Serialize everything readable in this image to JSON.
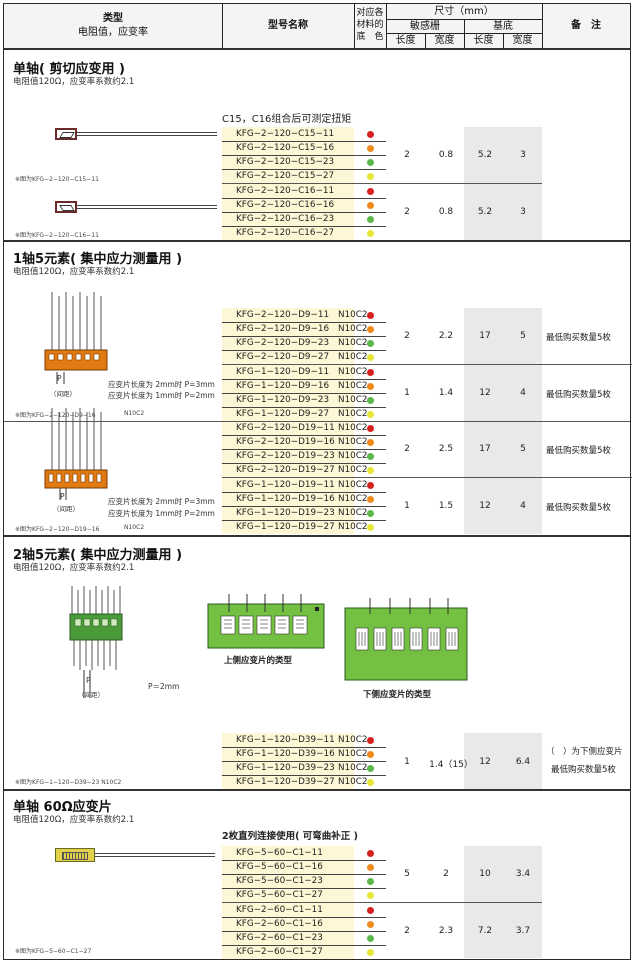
{
  "header": {
    "type": "类型",
    "type_sub": "电阻值，应变率",
    "model_name": "型号名称",
    "material": [
      "对应各",
      "材料的",
      "底　色"
    ],
    "size": "尺寸（mm）",
    "grid": "敏感栅",
    "base": "基底",
    "length": "长度",
    "width": "宽度",
    "remarks": "备　注"
  },
  "colors": {
    "red": "#d62020",
    "orange": "#f08a1c",
    "green": "#5cb84a",
    "yellow": "#e6e636",
    "highlight": "#fdf7d5",
    "gray_col": "#e9e9e9",
    "pcb_green": "#74c043",
    "tab_orange": "#e07a12"
  },
  "sections": {
    "s1": {
      "title": "单轴( 剪切应变用 )",
      "sub": "电阻值120Ω，应变率系数约2.1",
      "group_note": "C15，C16组合后可测定扭矩",
      "cap1": "※图为KFG−2−120−C15−11",
      "cap2": "※图为KFG−2−120−C16−11",
      "rows1": [
        "KFG−2−120−C15−11",
        "KFG−2−120−C15−16",
        "KFG−2−120−C15−23",
        "KFG−2−120−C15−27"
      ],
      "rows2": [
        "KFG−2−120−C16−11",
        "KFG−2−120−C16−16",
        "KFG−2−120−C16−23",
        "KFG−2−120−C16−27"
      ],
      "dims1": [
        "2",
        "0.8",
        "5.2",
        "3"
      ],
      "dims2": [
        "2",
        "0.8",
        "5.2",
        "3"
      ]
    },
    "s2": {
      "title": "1轴5元素( 集中应力测量用 )",
      "sub": "电阻值120Ω，应变率系数约2.1",
      "pitch_label": "P",
      "pitch_sub": "（间距）",
      "pitch_note1": "应变片长度为 2mm时 P=3mm",
      "pitch_note2": "应变片长度为 1mm时 P=2mm",
      "cap1": "※图为KFG−2−120−D9−16",
      "cap2": "※图为KFG−2−120−D19−16",
      "cap_sfx": "N10C2",
      "g1": [
        "KFG−2−120−D9−11",
        "KFG−2−120−D9−16",
        "KFG−2−120−D9−23",
        "KFG−2−120−D9−27"
      ],
      "g2": [
        "KFG−1−120−D9−11",
        "KFG−1−120−D9−16",
        "KFG−1−120−D9−23",
        "KFG−1−120−D9−27"
      ],
      "g3": [
        "KFG−2−120−D19−11",
        "KFG−2−120−D19−16",
        "KFG−2−120−D19−23",
        "KFG−2−120−D19−27"
      ],
      "g4": [
        "KFG−1−120−D19−11",
        "KFG−1−120−D19−16",
        "KFG−1−120−D19−23",
        "KFG−1−120−D19−27"
      ],
      "sfx": "N10C2",
      "d1": [
        "2",
        "2.2",
        "17",
        "5"
      ],
      "d2": [
        "1",
        "1.4",
        "12",
        "4"
      ],
      "d3": [
        "2",
        "2.5",
        "17",
        "5"
      ],
      "d4": [
        "1",
        "1.5",
        "12",
        "4"
      ],
      "remark": "最低购买数量5枚"
    },
    "s3": {
      "title": "2轴5元素( 集中应力测量用 )",
      "sub": "电阻值120Ω，应变率系数约2.1",
      "upper_label": "上侧应变片的类型",
      "lower_label": "下侧应变片的类型",
      "pitch": "P＝2mm",
      "pitch_label": "P",
      "pitch_sub": "（间距）",
      "cap": "※图为KFG−1−120−D39−23  N10C2",
      "rows": [
        "KFG−1−120−D39−11",
        "KFG−1−120−D39−16",
        "KFG−1−120−D39−23",
        "KFG−1−120−D39−27"
      ],
      "sfx": "N10C2",
      "dims": [
        "1",
        "1.4（15）",
        "12",
        "6.4"
      ],
      "remark1": "（　）为下侧应变片",
      "remark2": "最低购买数量5枚"
    },
    "s4": {
      "title": "单轴 60Ω应变片",
      "sub": "电阻值120Ω，应变率系数约2.1",
      "group_note": "2枚直列连接使用( 可弯曲补正 )",
      "cap": "※图为KFG−5−60−C1−27",
      "rows1": [
        "KFG−5−60−C1−11",
        "KFG−5−60−C1−16",
        "KFG−5−60−C1−23",
        "KFG−5−60−C1−27"
      ],
      "rows2": [
        "KFG−2−60−C1−11",
        "KFG−2−60−C1−16",
        "KFG−2−60−C1−23",
        "KFG−2−60−C1−27"
      ],
      "dims1": [
        "5",
        "2",
        "10",
        "3.4"
      ],
      "dims2": [
        "2",
        "2.3",
        "7.2",
        "3.7"
      ]
    }
  }
}
